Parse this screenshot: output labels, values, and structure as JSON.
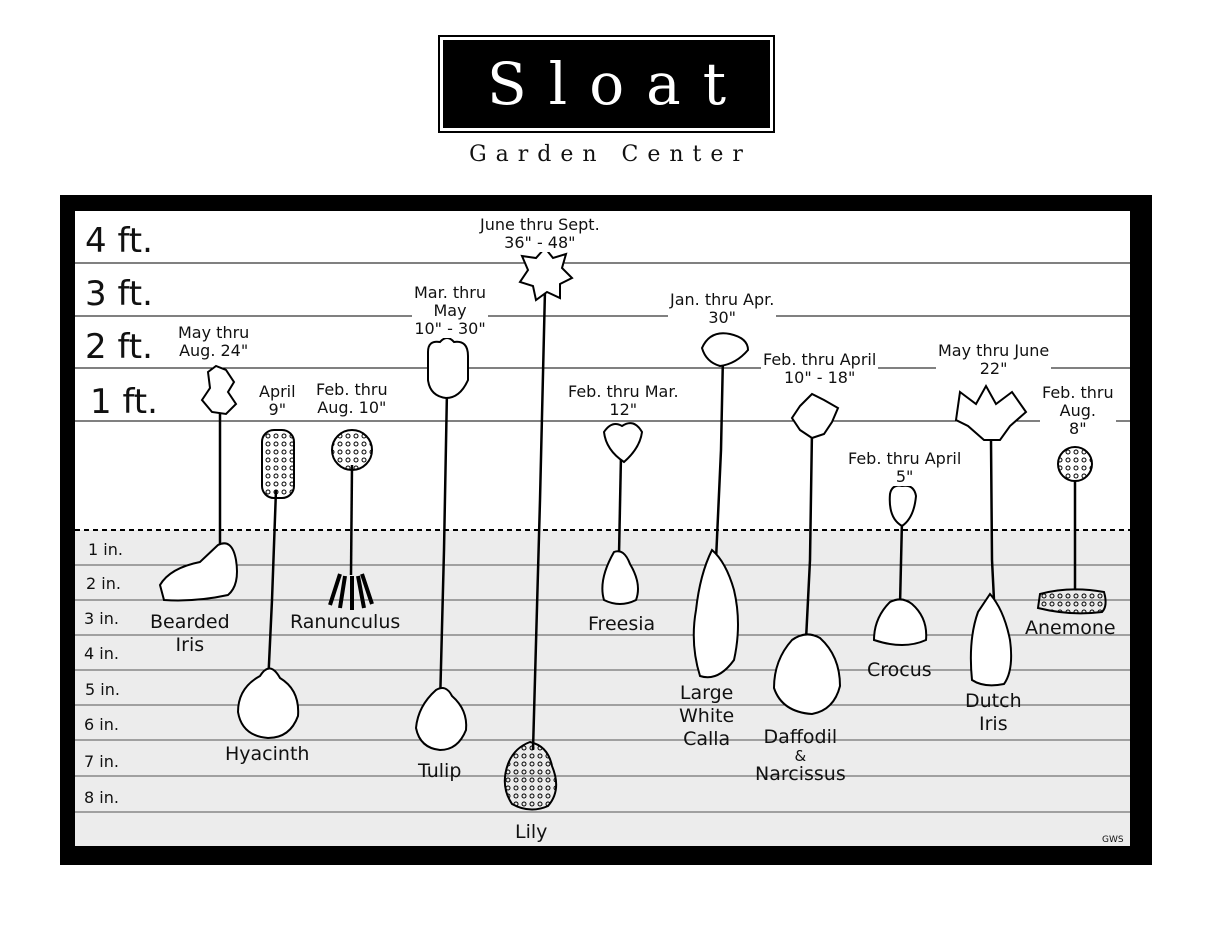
{
  "brand": {
    "name": "Sloat",
    "subtitle": "Garden Center"
  },
  "height_scale": [
    "4 ft.",
    "3 ft.",
    "2 ft.",
    "1 ft."
  ],
  "depth_scale": [
    "1 in.",
    "2 in.",
    "3 in.",
    "4 in.",
    "5 in.",
    "6 in.",
    "7 in.",
    "8 in."
  ],
  "plants": [
    {
      "name": [
        "Bearded",
        "Iris"
      ],
      "bloom": [
        "May thru",
        "Aug. 24\""
      ]
    },
    {
      "name": [
        "Hyacinth"
      ],
      "bloom": [
        "April",
        "9\""
      ]
    },
    {
      "name": [
        "Ranunculus"
      ],
      "bloom": [
        "Feb. thru",
        "Aug. 10\""
      ]
    },
    {
      "name": [
        "Tulip"
      ],
      "bloom": [
        "Mar. thru",
        "May",
        "10\" - 30\""
      ]
    },
    {
      "name": [
        "Lily"
      ],
      "bloom": [
        "June thru Sept.",
        "36\" - 48\""
      ]
    },
    {
      "name": [
        "Freesia"
      ],
      "bloom": [
        "Feb. thru Mar.",
        "12\""
      ]
    },
    {
      "name": [
        "Large",
        "White",
        "Calla"
      ],
      "bloom": [
        "Jan. thru Apr.",
        "30\""
      ]
    },
    {
      "name": [
        "Daffodil",
        "&",
        "Narcissus"
      ],
      "bloom": [
        "Feb. thru April",
        "10\" - 18\""
      ]
    },
    {
      "name": [
        "Crocus"
      ],
      "bloom": [
        "Feb. thru April",
        "5\""
      ]
    },
    {
      "name": [
        "Dutch",
        "Iris"
      ],
      "bloom": [
        "May thru June",
        "22\""
      ]
    },
    {
      "name": [
        "Anemone"
      ],
      "bloom": [
        "Feb. thru",
        "Aug.",
        "8\""
      ]
    }
  ],
  "credit": "GWS"
}
